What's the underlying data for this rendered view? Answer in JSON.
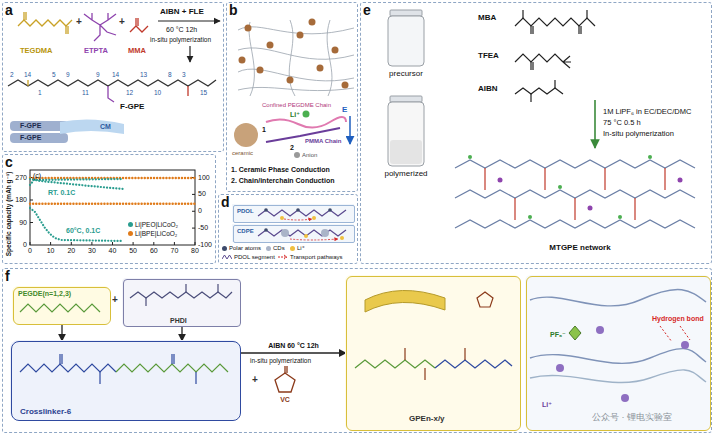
{
  "diagram": {
    "nodes": [
      {
        "text": [
          "a"
        ]
      },
      {
        "text": [
          "b"
        ]
      },
      {
        "text": [
          "c"
        ]
      },
      {
        "text": [
          "d"
        ]
      },
      {
        "text": [
          "PDOL"
        ],
        "in": 3
      },
      {
        "text": [
          "CDPE"
        ],
        "in": 3
      },
      {
        "text": [
          "e"
        ]
      },
      {
        "text": [
          "f"
        ]
      },
      {
        "text": [
          "PEGDE(n=1,2,3)"
        ],
        "in": 7
      },
      {
        "text": [
          "PHDI"
        ],
        "in": 7
      },
      {
        "text": [
          "Crosslinker-6"
        ],
        "in": 7
      },
      {
        "text": [
          "GPEn-x/y"
        ],
        "in": 7
      },
      {
        "text": [
          "Hydrogen bond",
          "PF₆⁻",
          "Li⁺"
        ],
        "in": 7
      }
    ],
    "edges": [
      {
        "from": 8,
        "to": 10,
        "arrow": "to"
      },
      {
        "from": 9,
        "to": 10,
        "arrow": "to"
      },
      {
        "from": 10,
        "to": 11,
        "label": "AIBN 60 °C 12h",
        "arrow": "to"
      }
    ],
    "labels": [
      "TEGDMA",
      "+",
      "ETPTA",
      "+",
      "MMA",
      "AIBN + FLE",
      "60 °C 12h",
      "in-situ polymerization",
      "2",
      "14",
      "1",
      "5",
      "9",
      "11",
      "9",
      "14",
      "12",
      "13",
      "10",
      "8",
      "3",
      "15",
      "F-GPE",
      "CM",
      "F-GPE",
      "F-GPE",
      "ceramic",
      "Confined PEGDME Chain",
      "Li⁺",
      "E",
      "PMMA Chain",
      "1",
      "2",
      "Anion",
      "1. Ceramic Phase Conduction",
      "2. Chain/interchain Conduction",
      "(c)",
      "Specific capacity (mAh g⁻¹)",
      "270",
      "180",
      "90",
      "0",
      "100",
      "50",
      "0",
      "-50",
      "-100",
      "0",
      "10",
      "20",
      "30",
      "40",
      "50",
      "60",
      "70",
      "80",
      "RT. 0.1C",
      "60°C, 0.1C",
      "precursor",
      "polymerized",
      "MBA",
      "TFEA",
      "AIBN",
      "1M LiPF₆ in EC/DEC/DMC",
      "75 °C 0.5 h",
      "In-situ polymerization",
      "MTGPE network",
      "+",
      "+",
      "VC",
      "in-situ polymerization",
      "公众号 · 锂电实验室"
    ],
    "legend": [
      {
        "text": "Li|PEO|LiCoO₂",
        "color": "#2a9d8f"
      },
      {
        "text": "Li|BPE|LiCoO₂",
        "color": "#e07b1a"
      },
      {
        "text": "Polar atoms",
        "color": "#3d4a6b"
      },
      {
        "text": "CDs",
        "color": "#aab4c8"
      },
      {
        "text": "Li⁺",
        "color": "#f0c040"
      },
      {
        "text": "PDOL segment"
      },
      {
        "text": "Transport pathways"
      }
    ]
  }
}
